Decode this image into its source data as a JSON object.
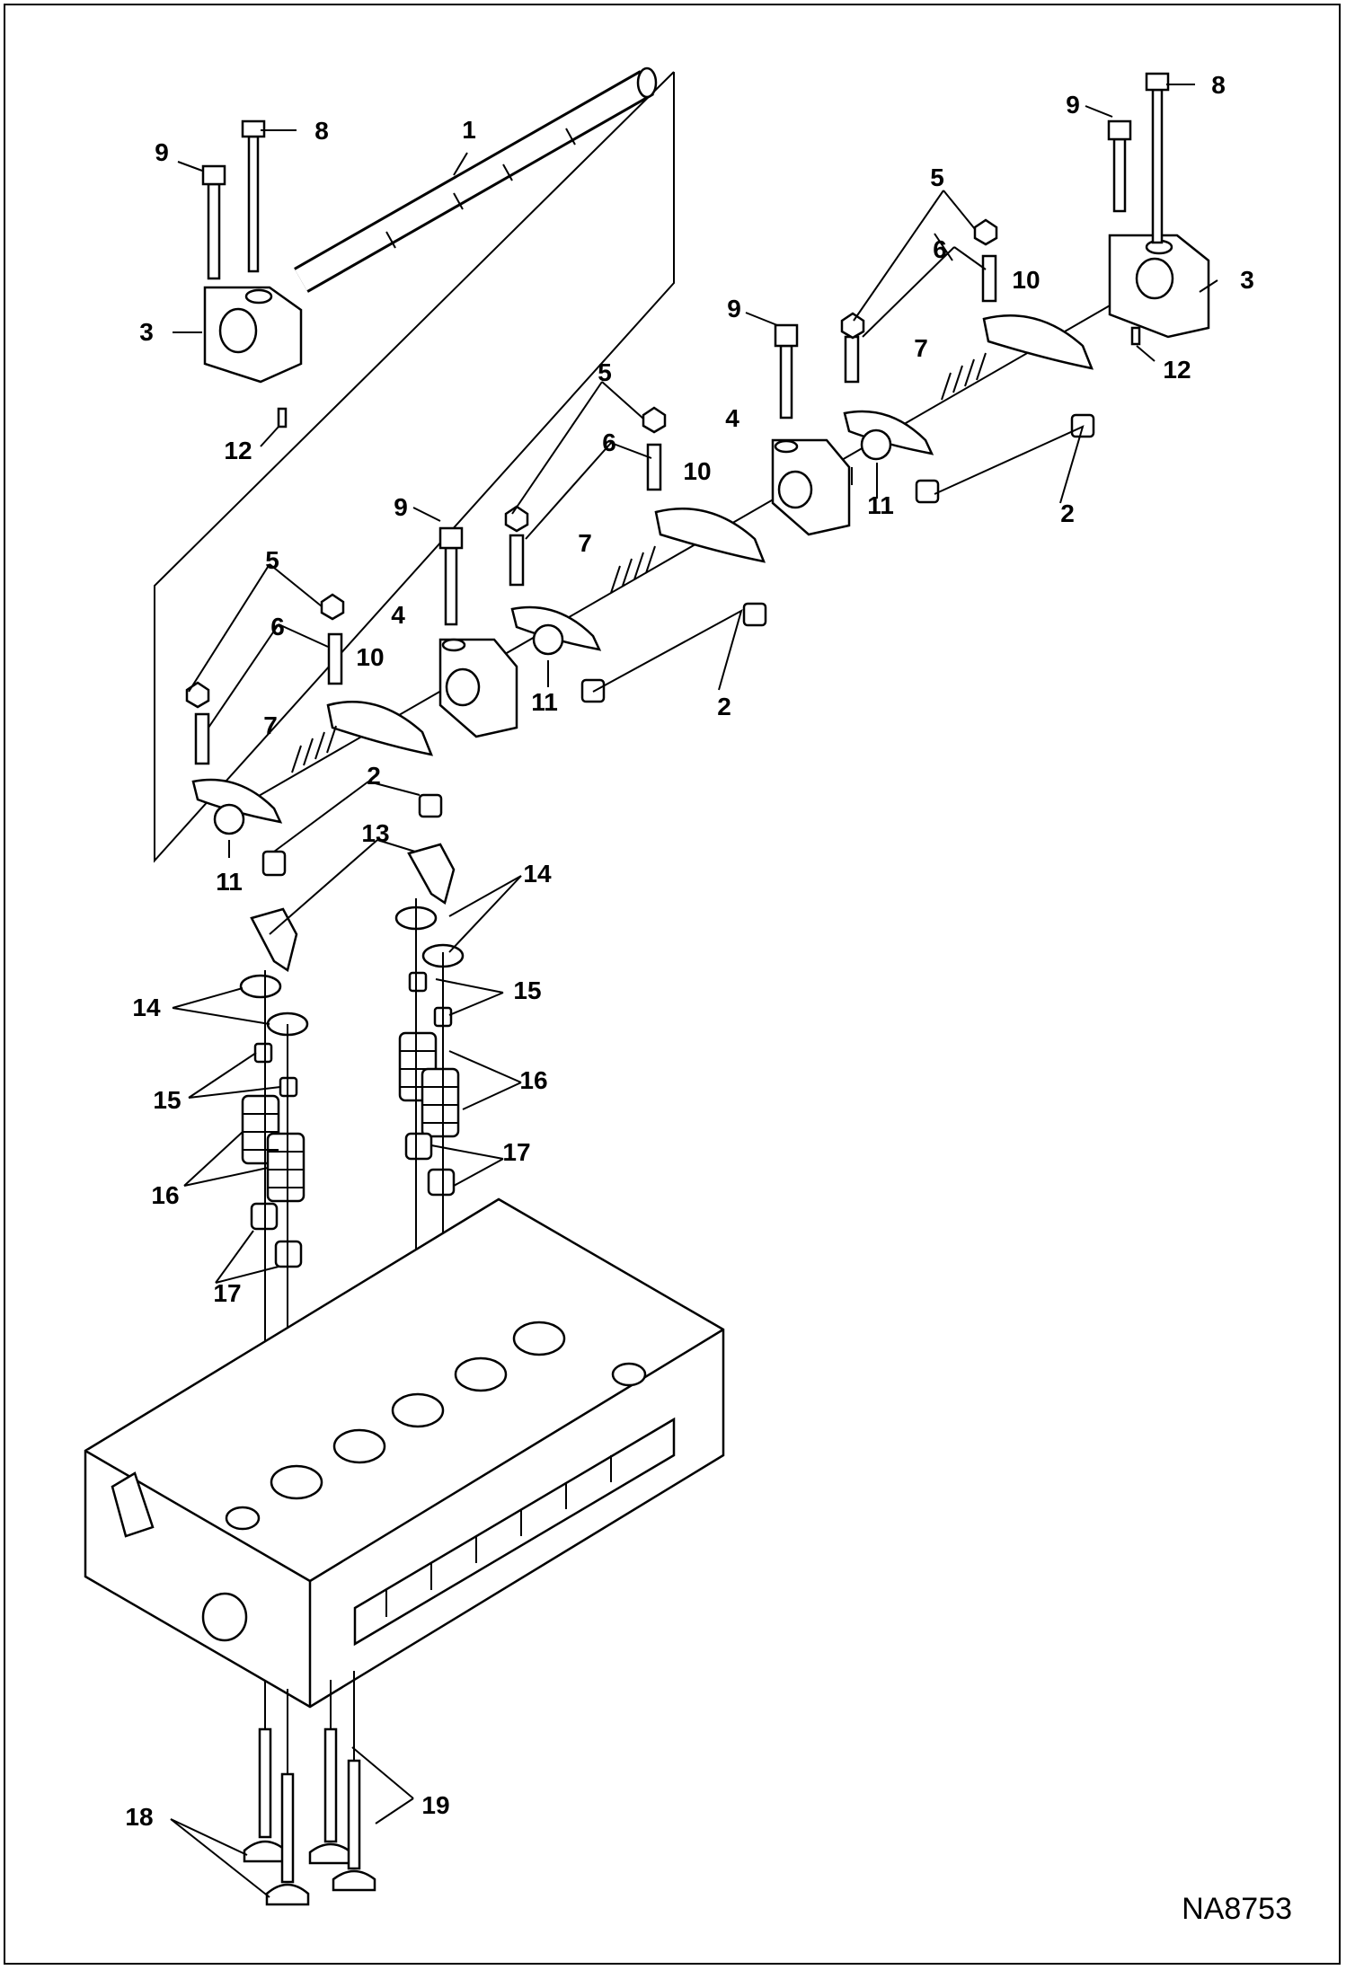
{
  "figure_id": "NA8753",
  "callouts": [
    {
      "key": "1",
      "text": "1"
    },
    {
      "key": "2",
      "text": "2"
    },
    {
      "key": "3",
      "text": "3"
    },
    {
      "key": "4",
      "text": "4"
    },
    {
      "key": "5",
      "text": "5"
    },
    {
      "key": "6",
      "text": "6"
    },
    {
      "key": "7",
      "text": "7"
    },
    {
      "key": "8",
      "text": "8"
    },
    {
      "key": "9",
      "text": "9"
    },
    {
      "key": "10",
      "text": "10"
    },
    {
      "key": "11",
      "text": "11"
    },
    {
      "key": "12",
      "text": "12"
    },
    {
      "key": "13",
      "text": "13"
    },
    {
      "key": "14",
      "text": "14"
    },
    {
      "key": "15",
      "text": "15"
    },
    {
      "key": "16",
      "text": "16"
    },
    {
      "key": "17",
      "text": "17"
    },
    {
      "key": "18",
      "text": "18"
    },
    {
      "key": "19",
      "text": "19"
    }
  ],
  "colors": {
    "line": "#000000",
    "background": "#ffffff"
  }
}
